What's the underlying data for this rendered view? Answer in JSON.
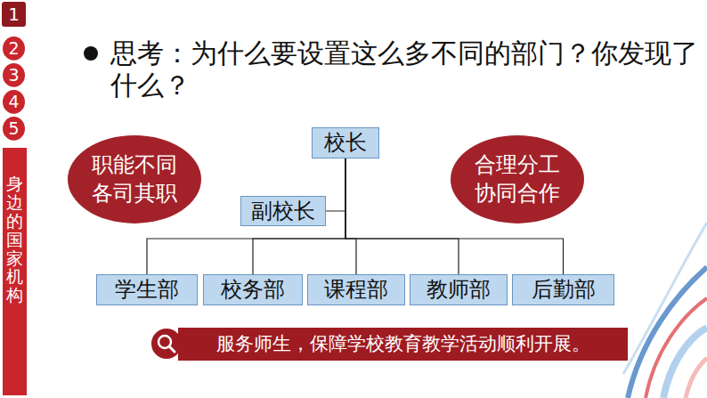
{
  "diagram": {
    "title": "思考：为什么要设置这么多不同的部门？你发现了什么？",
    "nodes": [
      {
        "text": [
          "1"
        ]
      },
      {
        "text": [
          "2"
        ]
      },
      {
        "text": [
          "3"
        ]
      },
      {
        "text": [
          "4"
        ]
      },
      {
        "text": [
          "5"
        ]
      },
      {
        "text": [
          "身边的国家机构"
        ]
      },
      {
        "text": [
          "校长"
        ]
      },
      {
        "text": [
          "职能不同 各司其职"
        ]
      },
      {
        "text": [
          "合理分工 协同合作"
        ]
      },
      {
        "text": [
          "副校长"
        ]
      },
      {
        "text": [
          "学生部"
        ]
      },
      {
        "text": [
          "校务部"
        ]
      },
      {
        "text": [
          "课程部"
        ]
      },
      {
        "text": [
          "教师部"
        ]
      },
      {
        "text": [
          "后勤部"
        ]
      },
      {
        "text": [
          "服务师生，保障学校教育教学活动顺利开展。"
        ]
      }
    ],
    "edges": [
      {
        "from": 6,
        "to": 9,
        "arrow": "none"
      },
      {
        "from": 6,
        "to": 10,
        "arrow": "none"
      },
      {
        "from": 6,
        "to": 11,
        "arrow": "none"
      },
      {
        "from": 6,
        "to": 12,
        "arrow": "none"
      },
      {
        "from": 6,
        "to": 13,
        "arrow": "none"
      },
      {
        "from": 6,
        "to": 14,
        "arrow": "none"
      }
    ]
  }
}
